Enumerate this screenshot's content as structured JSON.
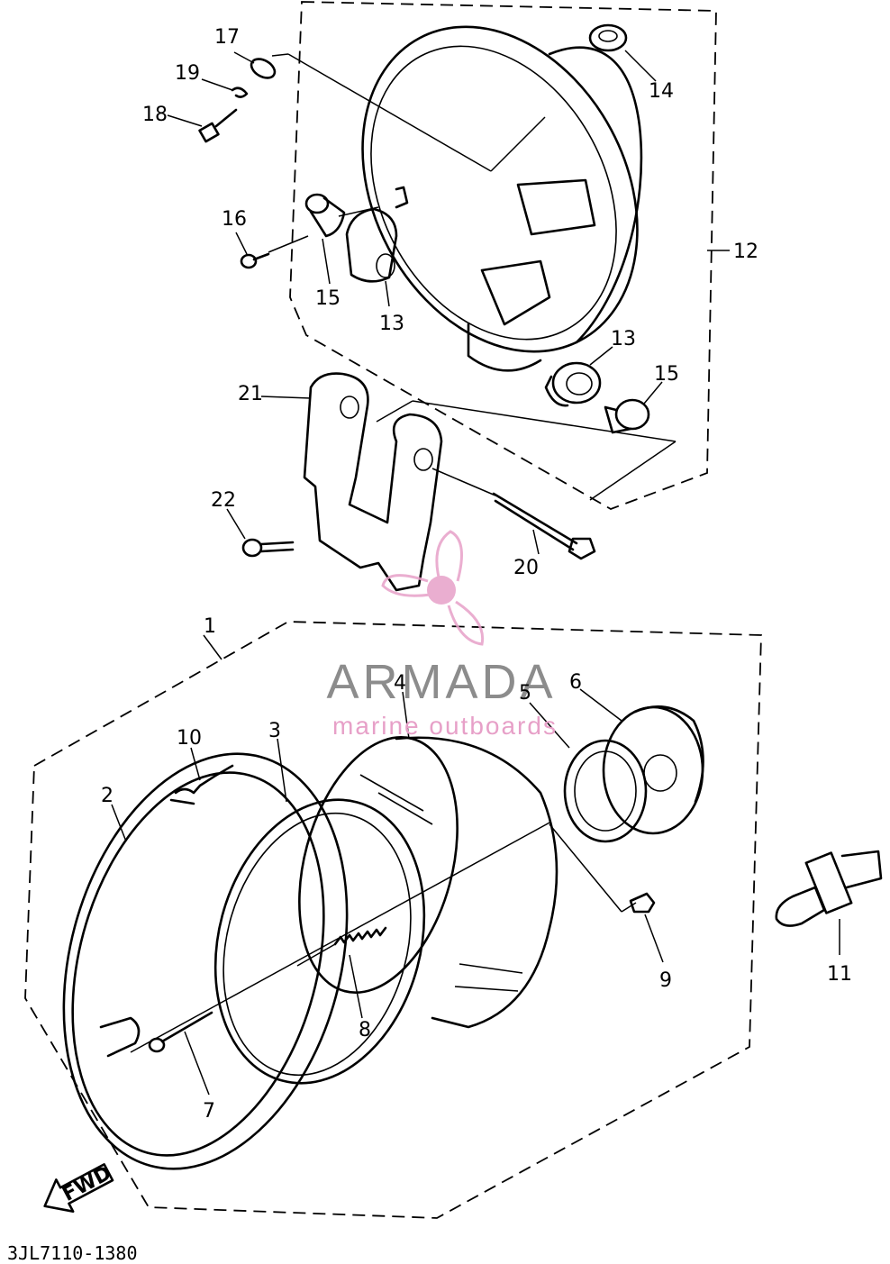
{
  "diagram": {
    "callouts": {
      "p1": "1",
      "p2": "2",
      "p3": "3",
      "p4": "4",
      "p5": "5",
      "p6": "6",
      "p7": "7",
      "p8": "8",
      "p9": "9",
      "p10": "10",
      "p11": "11",
      "p12": "12",
      "p13a": "13",
      "p13b": "13",
      "p14": "14",
      "p15a": "15",
      "p15b": "15",
      "p16": "16",
      "p17": "17",
      "p18": "18",
      "p19": "19",
      "p20": "20",
      "p21": "21",
      "p22": "22"
    },
    "direction_label": "FWD",
    "drawing_code": "3JL7110-1380"
  },
  "watermark": {
    "brand": "ARMADA",
    "tagline": "marine outboards",
    "color": "#e7a0c8",
    "text_color": "#8c8c8c"
  }
}
